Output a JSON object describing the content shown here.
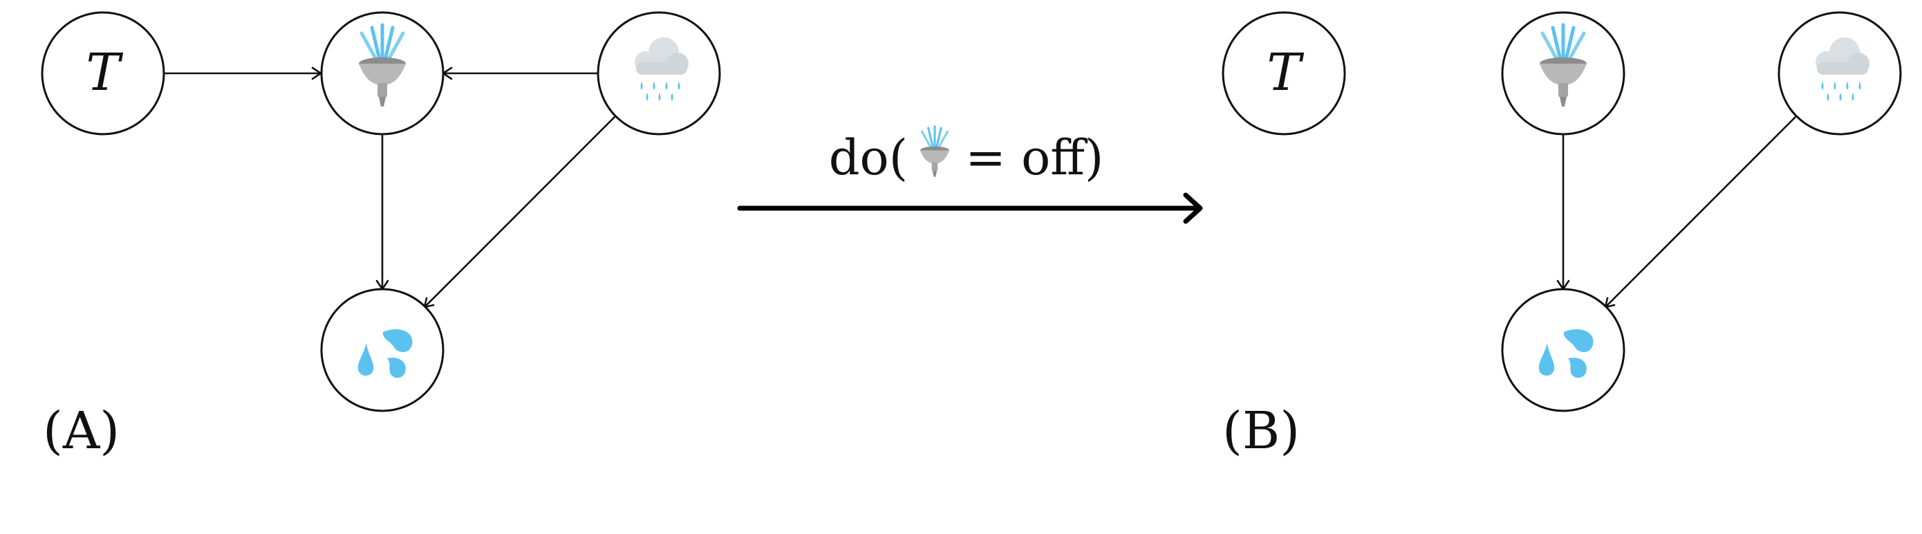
{
  "panels": {
    "a": {
      "label": "(A)",
      "nodes": {
        "temperature": {
          "text": "T",
          "icon": "none"
        },
        "sprinkler": {
          "icon": "sprinkler-icon"
        },
        "rain": {
          "icon": "rain-cloud-icon"
        },
        "wet": {
          "icon": "water-droplets-icon"
        }
      },
      "edges": [
        {
          "from": "temperature",
          "to": "sprinkler"
        },
        {
          "from": "rain",
          "to": "sprinkler"
        },
        {
          "from": "sprinkler",
          "to": "wet"
        },
        {
          "from": "rain",
          "to": "wet"
        }
      ]
    },
    "b": {
      "label": "(B)",
      "nodes": {
        "temperature": {
          "text": "T",
          "icon": "none"
        },
        "sprinkler": {
          "icon": "sprinkler-icon"
        },
        "rain": {
          "icon": "rain-cloud-icon"
        },
        "wet": {
          "icon": "water-droplets-icon"
        }
      },
      "edges": [
        {
          "from": "sprinkler",
          "to": "wet"
        },
        {
          "from": "rain",
          "to": "wet"
        }
      ]
    }
  },
  "intervention": {
    "prefix": "do(",
    "icon": "sprinkler-icon",
    "suffix": " = off)"
  },
  "colors": {
    "water_blue": "#5bc2ef",
    "sprinkler_spray": "#7fd0f0",
    "sprinkler_metal": "#9a9a9a",
    "cloud": "#d9dfe3",
    "ink": "#111111"
  }
}
